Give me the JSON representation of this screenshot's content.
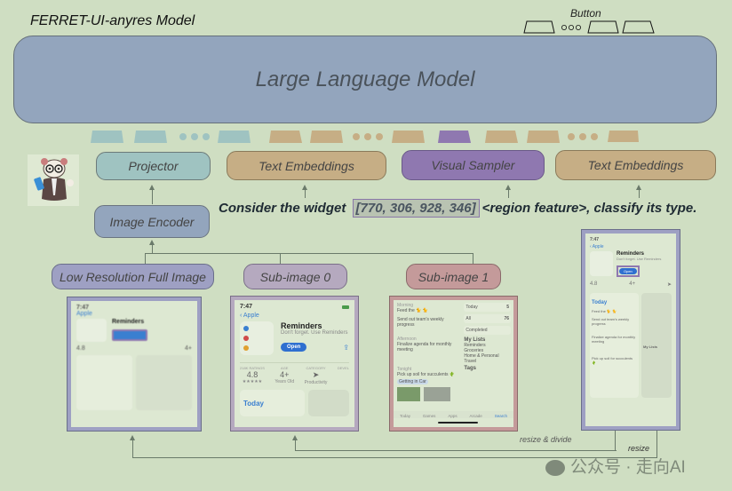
{
  "title": "FERRET-UI-anyres Model",
  "button_legend": {
    "label": "Button"
  },
  "llm": {
    "label": "Large Language Model"
  },
  "token_colors": {
    "projector": "#9fc3c1",
    "text": "#c6ae85",
    "visual": "#8f78b0"
  },
  "modules": {
    "projector": "Projector",
    "text_embeddings_1": "Text Embeddings",
    "visual_sampler": "Visual Sampler",
    "text_embeddings_2": "Text Embeddings",
    "image_encoder": "Image Encoder"
  },
  "prompt": {
    "prefix": "Consider the widget",
    "coords": "[770, 306, 928, 346]",
    "suffix": "<region feature>, classify its type."
  },
  "image_labels": {
    "low_res": "Low Resolution Full Image",
    "sub0": "Sub-image 0",
    "sub1": "Sub-image 1"
  },
  "image_colors": {
    "low_res": "#9ea0c3",
    "sub0": "#b5a9bf",
    "sub1": "#c49a9a"
  },
  "phone": {
    "time": "7:47",
    "back": "Apple",
    "app_name": "Reminders",
    "subtitle": "Don't forget. Use Reminders",
    "open": "Open",
    "ratings_label": "218K RATINGS",
    "rating": "4.8",
    "stars": "★★★★★",
    "age_label": "AGE",
    "age": "4+",
    "age_sub": "Years Old",
    "category_label": "CATEGORY",
    "category": "Productivity",
    "dev_label": "DEVEL",
    "today": "Today",
    "search": "Search",
    "morning": "Morning",
    "task1": "Feed the 🐈 🐈",
    "task2": "Send out team's weekly progress",
    "afternoon": "Afternoon",
    "task3": "Finalize agenda for monthly meeting",
    "tonight": "Tonight",
    "task4": "Pick up soil for succulents 🌵",
    "getting_in_car": "Getting in Car",
    "count_today": "5",
    "count_all": "76",
    "today_label": "Today",
    "all_label": "All",
    "completed_label": "Completed",
    "my_lists": "My Lists",
    "lists": [
      "Reminders",
      "Groceries",
      "Home & Personal",
      "Travel"
    ],
    "tags": "Tags",
    "tabs": [
      "Today",
      "Games",
      "Apps",
      "Arcade",
      "Search"
    ]
  },
  "flow_labels": {
    "resize_divide": "resize & divide",
    "resize": "resize"
  },
  "watermark": "公众号 · 走向AI"
}
